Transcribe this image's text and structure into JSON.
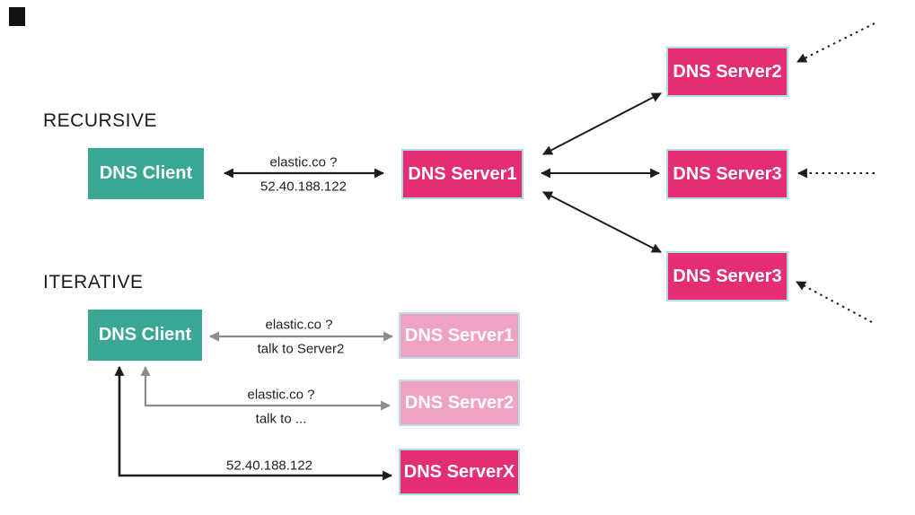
{
  "colors": {
    "teal": "#3aa794",
    "magenta": "#e52d74",
    "light_pink": "#f0a2c4",
    "box_border_blue": "#aedce6",
    "arrow_black": "#1d1d1d",
    "arrow_gray": "#8c8c8c",
    "background": "#ffffff"
  },
  "recursive": {
    "title": "RECURSIVE",
    "client_label": "DNS Client",
    "server1_label": "DNS Server1",
    "server2_label": "DNS Server2",
    "server3_mid_label": "DNS Server3",
    "server3_bottom_label": "DNS Server3",
    "query_label": "elastic.co ?",
    "answer_label": "52.40.188.122"
  },
  "iterative": {
    "title": "ITERATIVE",
    "client_label": "DNS Client",
    "server1_label": "DNS Server1",
    "server2_label": "DNS Server2",
    "serverx_label": "DNS ServerX",
    "query1_label": "elastic.co ?",
    "reply1_label": "talk to Server2",
    "query2_label": "elastic.co ?",
    "reply2_label": "talk to ...",
    "answer_label": "52.40.188.122"
  }
}
